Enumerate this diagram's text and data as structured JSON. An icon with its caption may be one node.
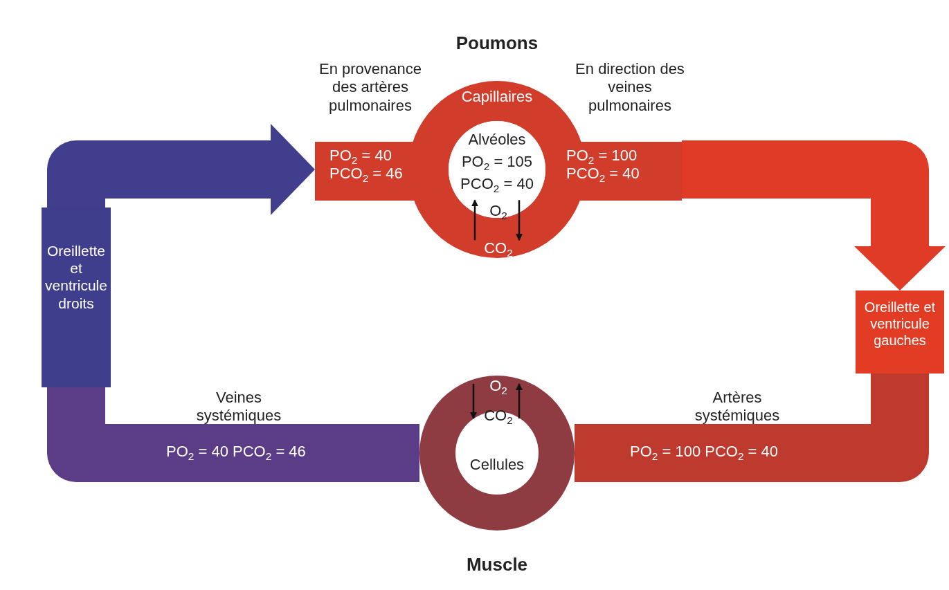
{
  "diagram": {
    "nodes": [
      {
        "text": [
          "Capillaires"
        ],
        "beside": [
          "Poumons"
        ]
      },
      {
        "text": [
          "Alvéoles",
          "PO$_{2}$ = 105",
          "PCO$_{2}$ = 40"
        ],
        "in": 0
      },
      {
        "text": [
          "Oreillette et ventricule droits"
        ]
      },
      {
        "text": [
          "Oreillette et ventricule gauches"
        ]
      },
      {
        "text": [
          "Cellules"
        ],
        "beside": [
          "Muscle"
        ]
      }
    ],
    "edges": [
      {
        "from": 2,
        "to": 0,
        "arrow": "to",
        "label": "PO$_{2}$ = 40 PCO$_{2}$ = 46",
        "color": "#413e8e"
      },
      {
        "from": 0,
        "to": 3,
        "arrow": "to",
        "label": "PO$_{2}$ = 100 PCO$_{2}$ = 40",
        "color": "#e03b26"
      },
      {
        "from": 3,
        "to": 4,
        "arrow": "none",
        "label": "PO$_{2}$ = 100 PCO$_{2}$ = 40",
        "color": "#bf3a2e"
      },
      {
        "from": 4,
        "to": 2,
        "arrow": "none",
        "label": "PO$_{2}$ = 40 PCO$_{2}$ = 46",
        "color": "#5b3c86"
      },
      {
        "from": 0,
        "to": 1,
        "arrow": "to",
        "color": "#111111"
      },
      {
        "from": 1,
        "to": 0,
        "arrow": "to",
        "color": "#111111"
      }
    ],
    "labels": [
      "En provenance des artères pulmonaires",
      "En direction des veines pulmonaires",
      "O$_{2}$",
      "CO$_{2}$",
      "O$_{2}$",
      "CO$_{2}$",
      "Veines systémiques",
      "Artères systémiques"
    ]
  }
}
